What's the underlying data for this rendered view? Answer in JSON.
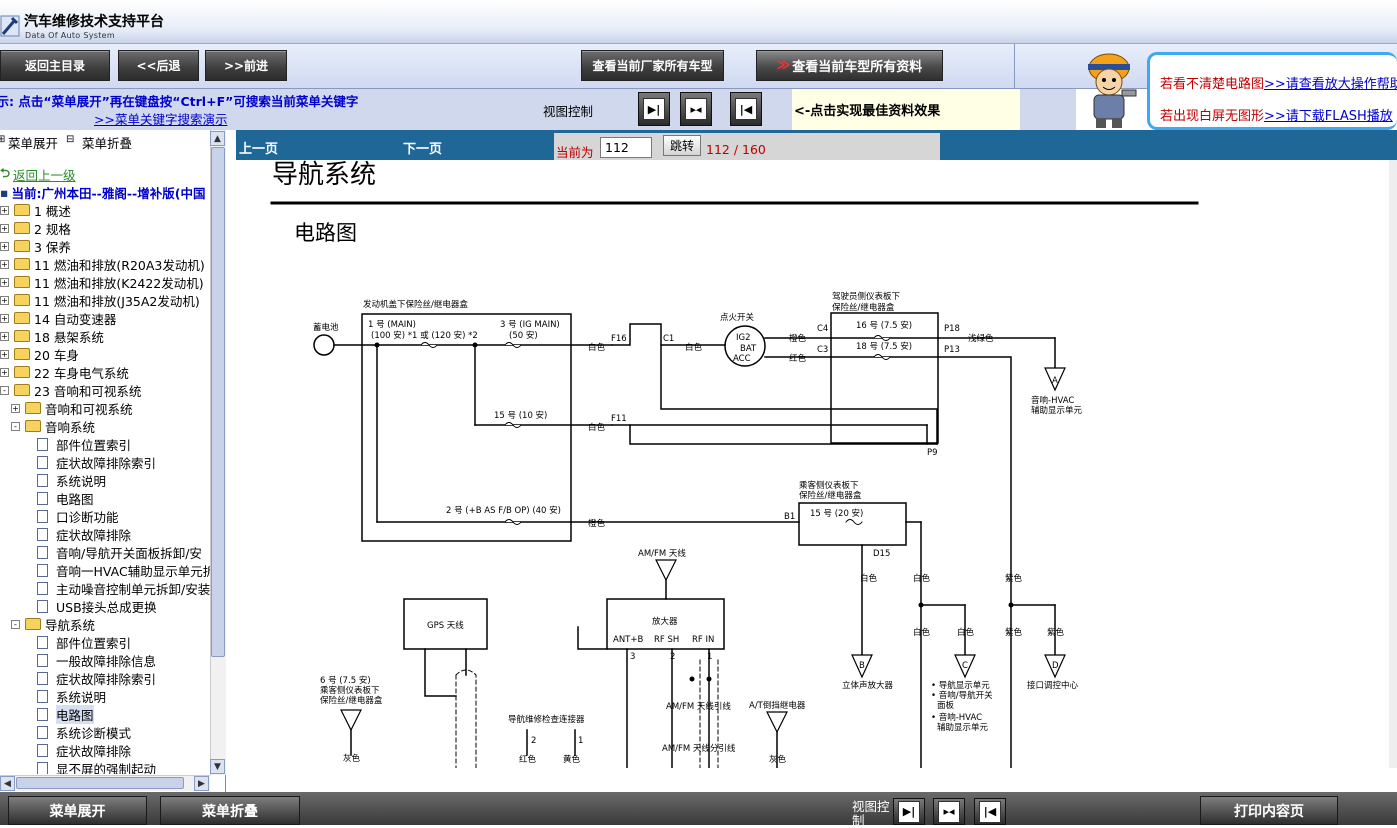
{
  "app": {
    "title": "汽车维修技术支持平台",
    "subtitle": "Data Of Auto System"
  },
  "toolbar": {
    "home": "返回主目录",
    "back": "<<后退",
    "forward": ">>前进",
    "all_models": "查看当前厂家所有车型",
    "vehicle_data_prefix": "≫",
    "vehicle_data": "查看当前车型所有资料"
  },
  "help": {
    "line1_lead": "若看不清楚电路图",
    "line1_link": ">>请查看放大操作帮助",
    "line2_lead": "若出现白屏无图形",
    "line2_link": ">>请下载FLASH播放"
  },
  "tip": {
    "text": "提示: 点击“菜单展开”再在键盘按“Ctrl+F”可搜索当前菜单关键字",
    "link": ">>菜单关键字搜索演示",
    "view_control": "视图控制",
    "best_effect": "<-点击实现最佳资料效果"
  },
  "sidebar": {
    "expand": "菜单展开",
    "collapse": "菜单折叠",
    "back_up": "返回上一级",
    "current": "当前:广州本田--雅阁--增补版(中国",
    "items": [
      {
        "label": "1 概述",
        "level": 0,
        "type": "folder",
        "pm": "+"
      },
      {
        "label": "2 规格",
        "level": 0,
        "type": "folder",
        "pm": "+"
      },
      {
        "label": "3 保养",
        "level": 0,
        "type": "folder",
        "pm": "+"
      },
      {
        "label": "11 燃油和排放(R20A3发动机)",
        "level": 0,
        "type": "folder",
        "pm": "+"
      },
      {
        "label": "11 燃油和排放(K2422发动机)",
        "level": 0,
        "type": "folder",
        "pm": "+"
      },
      {
        "label": "11 燃油和排放(J35A2发动机)",
        "level": 0,
        "type": "folder",
        "pm": "+"
      },
      {
        "label": "14 自动变速器",
        "level": 0,
        "type": "folder",
        "pm": "+"
      },
      {
        "label": "18 悬架系统",
        "level": 0,
        "type": "folder",
        "pm": "+"
      },
      {
        "label": "20 车身",
        "level": 0,
        "type": "folder",
        "pm": "+"
      },
      {
        "label": "22 车身电气系统",
        "level": 0,
        "type": "folder",
        "pm": "+"
      },
      {
        "label": "23 音响和可视系统",
        "level": 0,
        "type": "folder",
        "pm": "-"
      },
      {
        "label": "音响和可视系统",
        "level": 1,
        "type": "folder",
        "pm": "+"
      },
      {
        "label": "音响系统",
        "level": 1,
        "type": "folder",
        "pm": "-"
      },
      {
        "label": "部件位置索引",
        "level": 2,
        "type": "doc"
      },
      {
        "label": "症状故障排除索引",
        "level": 2,
        "type": "doc"
      },
      {
        "label": "系统说明",
        "level": 2,
        "type": "doc"
      },
      {
        "label": "电路图",
        "level": 2,
        "type": "doc"
      },
      {
        "label": "口诊断功能",
        "level": 2,
        "type": "doc"
      },
      {
        "label": "症状故障排除",
        "level": 2,
        "type": "doc"
      },
      {
        "label": "音响/导航开关面板拆卸/安",
        "level": 2,
        "type": "doc"
      },
      {
        "label": "音响一HVAC辅助显示单元拆",
        "level": 2,
        "type": "doc"
      },
      {
        "label": "主动噪音控制单元拆卸/安装",
        "level": 2,
        "type": "doc"
      },
      {
        "label": "USB接头总成更换",
        "level": 2,
        "type": "doc"
      },
      {
        "label": "导航系统",
        "level": 1,
        "type": "folder",
        "pm": "-"
      },
      {
        "label": "部件位置索引",
        "level": 2,
        "type": "doc"
      },
      {
        "label": "一般故障排除信息",
        "level": 2,
        "type": "doc"
      },
      {
        "label": "症状故障排除索引",
        "level": 2,
        "type": "doc"
      },
      {
        "label": "系统说明",
        "level": 2,
        "type": "doc"
      },
      {
        "label": "电路图",
        "level": 2,
        "type": "doc",
        "selected": true
      },
      {
        "label": "系统诊断模式",
        "level": 2,
        "type": "doc"
      },
      {
        "label": "症状故障排除",
        "level": 2,
        "type": "doc"
      },
      {
        "label": "显不屏的强制起动",
        "level": 2,
        "type": "doc"
      }
    ]
  },
  "pagenav": {
    "prev": "上一页",
    "next": "下一页",
    "current_label": "当前为",
    "current_page": "112",
    "jump": "跳转",
    "count": "112 / 160"
  },
  "document": {
    "heading": "导航系统",
    "section": "电路图",
    "labels": {
      "battery": "蓄电池",
      "underhood_box": "发动机盖下保险丝/继电器盒",
      "fuse1": "1 号 (MAIN)",
      "fuse1_rating": "(100 安) *1 或 (120 安) *2",
      "fuse3": "3 号 (IG MAIN)",
      "fuse3_rating": "(50 安)",
      "fuse15": "15 号 (10 安)",
      "fuse2": "2 号 (+B AS F/B OP) (40 安)",
      "ignition": "点火开关",
      "ig2": "IG2",
      "bat": "BAT",
      "acc": "ACC",
      "driver_box_1": "驾驶员侧仪表板下",
      "driver_box_2": "保险丝/继电器盒",
      "fuse16": "16 号 (7.5 安)",
      "fuse18": "18 号 (7.5 安)",
      "pass_box_1": "乘客侧仪表板下",
      "pass_box_2": "保险丝/继电器盒",
      "fuse15b": "15 号 (20 安)",
      "hvac_1": "音响-HVAC",
      "hvac_2": "辅助显示单元",
      "amfm_ant": "AM/FM 天线",
      "gps_ant": "GPS 天线",
      "amp": "放大器",
      "amp_ant": "ANT+B",
      "amp_rfsh": "RF SH",
      "amp_rfin": "RF IN",
      "fuse6": "6 号 (7.5 安)",
      "fuse6_box_1": "乘客侧仪表板下",
      "fuse6_box_2": "保险丝/继电器盒",
      "nav_conn": "导航维修检查连接器",
      "at_relay": "A/T倒挡继电器",
      "amfm_lead": "AM/FM 天线引线",
      "amfm_split": "AM/FM 天线分引线",
      "stereo_amp": "立体声放大器",
      "nav_display": "• 导航显示单元",
      "nav_switch_1": "• 音响/导航开关",
      "nav_switch_2": "面板",
      "nav_hvac_1": "• 音响-HVAC",
      "nav_hvac_2": "辅助显示单元",
      "interface": "接口调控中心",
      "white": "白色",
      "green": "橙色",
      "red": "红色",
      "lightgreen": "浅绿色",
      "purple": "紫色",
      "gray": "灰色",
      "yellow": "黄色",
      "F16": "F16",
      "C1": "C1",
      "C4": "C4",
      "C3": "C3",
      "P18": "P18",
      "P13": "P13",
      "F11": "F11",
      "P9": "P9",
      "B1": "B1",
      "D15": "D15",
      "A": "A",
      "B": "B",
      "C": "C",
      "D": "D",
      "n1": "1",
      "n2": "2",
      "n3": "3"
    }
  },
  "bottom": {
    "expand": "菜单展开",
    "collapse": "菜单折叠",
    "view_control": "视图控制",
    "print": "打印内容页"
  }
}
